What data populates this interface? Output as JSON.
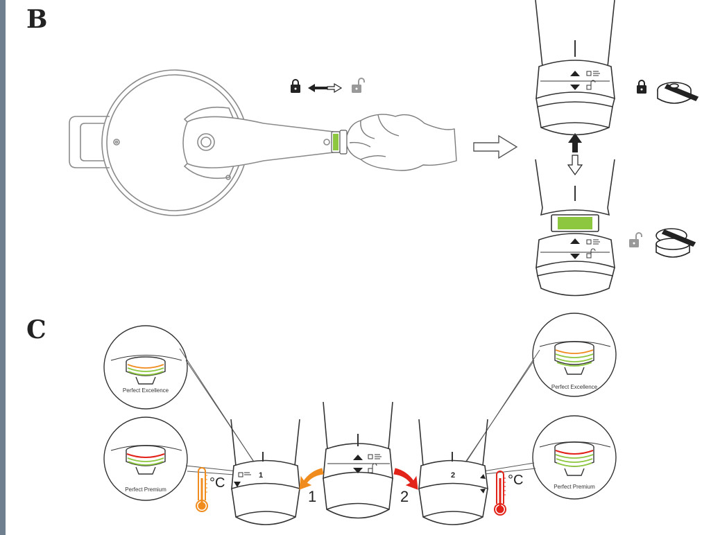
{
  "sections": {
    "b": {
      "label": "B"
    },
    "c": {
      "label": "C"
    }
  },
  "magnifiers": {
    "left_top": {
      "caption": "Perfect Excellence"
    },
    "left_bottom": {
      "caption": "Perfect Premium"
    },
    "right_top": {
      "caption": "Perfect Excellence"
    },
    "right_bottom": {
      "caption": "Perfect Premium"
    }
  },
  "settings": {
    "left_number": "1",
    "right_number": "2",
    "left_dial_number": "1",
    "right_dial_number": "2",
    "temperature_unit": "°C"
  },
  "colors": {
    "green": "#8dc63f",
    "orange": "#f08c1e",
    "red": "#e2231a",
    "line": "#555555"
  },
  "icons": [
    "lock-closed-icon",
    "lock-open-icon",
    "double-arrow-icon",
    "hollow-arrow-right-icon",
    "thermometer-icon",
    "pressure-cooker-icon"
  ]
}
